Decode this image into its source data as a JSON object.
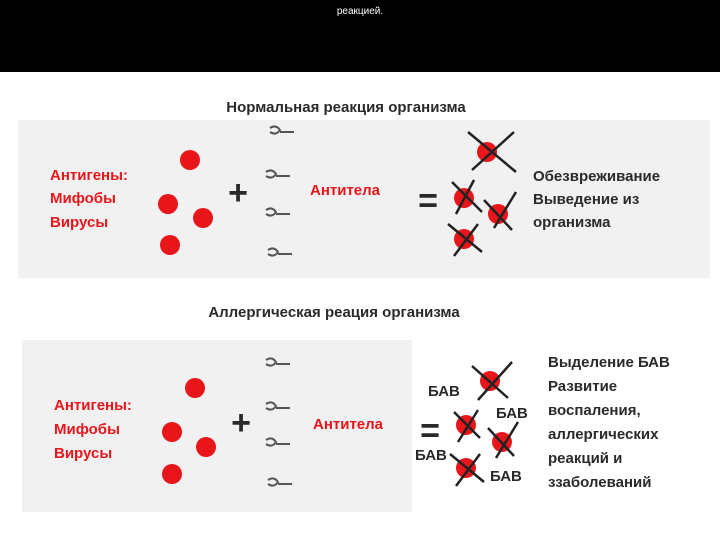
{
  "caption": "реакцией.",
  "colors": {
    "antigen": "#e8161b",
    "label_red": "#e8161b",
    "text": "#2a2a2a",
    "panel": "#f1f1f1",
    "header_bg": "#000000"
  },
  "normal": {
    "title": "Нормальная реакция организма",
    "antigens": [
      "Антигены:",
      "Мифобы",
      "Вирусы"
    ],
    "plus": "+",
    "antibodies": "Антитела",
    "equals": "=",
    "result": [
      "Обезвреживание",
      "Выведение из",
      "организма"
    ]
  },
  "allergic": {
    "title": "Аллергическая реация организма",
    "antigens": [
      "Антигены:",
      "Мифобы",
      "Вирусы"
    ],
    "plus": "+",
    "antibodies": "Антитела",
    "equals": "=",
    "bav_labels": [
      "БАВ",
      "БАВ",
      "БАВ",
      "БАВ"
    ],
    "result": [
      "Выделение БАВ",
      "Развитие",
      "воспаления,",
      "аллергических",
      "реакций и",
      "ззаболеваний"
    ]
  }
}
